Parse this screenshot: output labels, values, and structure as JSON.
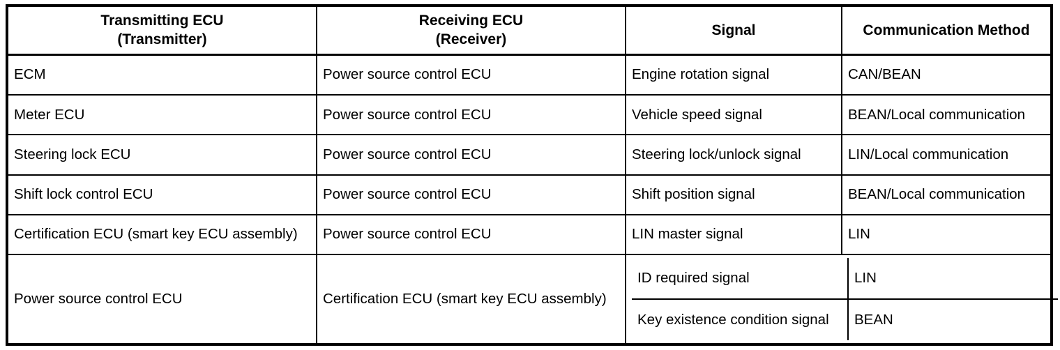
{
  "table": {
    "headers": [
      "Transmitting ECU\n(Transmitter)",
      "Receiving ECU\n(Receiver)",
      "Signal",
      "Communication Method"
    ],
    "headers_lines": {
      "transmitter_line1": "Transmitting ECU",
      "transmitter_line2": "(Transmitter)",
      "receiver_line1": "Receiving ECU",
      "receiver_line2": "(Receiver)",
      "signal": "Signal",
      "method": "Communication Method"
    },
    "rows": [
      {
        "transmitter": "ECM",
        "receiver": "Power source control ECU",
        "signal": "Engine rotation signal",
        "method": "CAN/BEAN"
      },
      {
        "transmitter": "Meter ECU",
        "receiver": "Power source control ECU",
        "signal": "Vehicle speed signal",
        "method": "BEAN/Local communication"
      },
      {
        "transmitter": "Steering lock ECU",
        "receiver": "Power source control ECU",
        "signal": "Steering lock/unlock signal",
        "method": "LIN/Local communication"
      },
      {
        "transmitter": "Shift lock control ECU",
        "receiver": "Power source control ECU",
        "signal": "Shift position signal",
        "method": "BEAN/Local communication"
      },
      {
        "transmitter": "Certification ECU (smart key ECU assembly)",
        "receiver": "Power source control ECU",
        "signal": "LIN master signal",
        "method": "LIN"
      }
    ],
    "merged_group": {
      "transmitter": "Power source control ECU",
      "receiver": "Certification ECU (smart key ECU assembly)",
      "entries": [
        {
          "signal": "ID required signal",
          "method": "LIN"
        },
        {
          "signal": "Key existence condition signal",
          "method": "BEAN"
        }
      ]
    }
  },
  "colors": {
    "border": "#000000",
    "background": "#ffffff",
    "text": "#000000"
  }
}
